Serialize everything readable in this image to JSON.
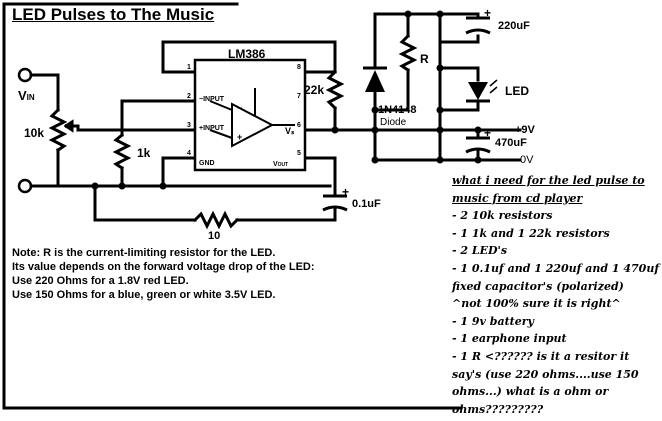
{
  "title": "LED Pulses to The Music",
  "labels": {
    "vin": "V",
    "vin_sub": "IN",
    "pot": "10k",
    "r1k": "1k",
    "r22k": "22k",
    "ic": "LM386",
    "diode": "1N4148",
    "diode_sub": "Diode",
    "c220": "220uF",
    "c470": "470uF",
    "c01": "0.1uF",
    "r_led": "R",
    "led": "LED",
    "plus9v": "+9V",
    "zero_v": "0V",
    "r10": "10",
    "plus_sign": "+",
    "pin1": "1",
    "pin2": "2",
    "pin3": "3",
    "pin4": "4",
    "pin5": "5",
    "pin6": "6",
    "pin7": "7",
    "pin8": "8",
    "in_minus": "−INPUT",
    "in_plus": "+INPUT",
    "gnd": "GND",
    "vs": "Vₛ",
    "vout": "V",
    "vout_sub": "OUT",
    "opamp_minus": "−",
    "opamp_plus": "+"
  },
  "note": {
    "line1": "Note: R is the current-limiting resistor for the LED.",
    "line2": "Its value depends on the forward voltage drop of the LED:",
    "line3": "Use 220 Ohms for a 1.8V red LED.",
    "line4": "Use 150 Ohms for a blue, green or white 3.5V LED."
  },
  "handwritten": {
    "heading1": "what i need for the led pulse to",
    "heading2": "music from cd player",
    "items": [
      "- 2 10k resistors",
      "- 1 1k and 1 22k resistors",
      "- 2 LED's",
      "- 1 0.1uf and 1 220uf and 1 470uf",
      "fixed capacitor's (polarized)",
      "^not 100% sure it is right^",
      "- 1 9v battery",
      "- 1 earphone input",
      "- 1 R   <?????? is it a resitor it",
      "say's (use 220 ohms....use 150",
      "ohms...) what is a ohm or",
      "ohms?????????"
    ]
  },
  "colors": {
    "ink": "#000000",
    "background": "#ffffff"
  }
}
